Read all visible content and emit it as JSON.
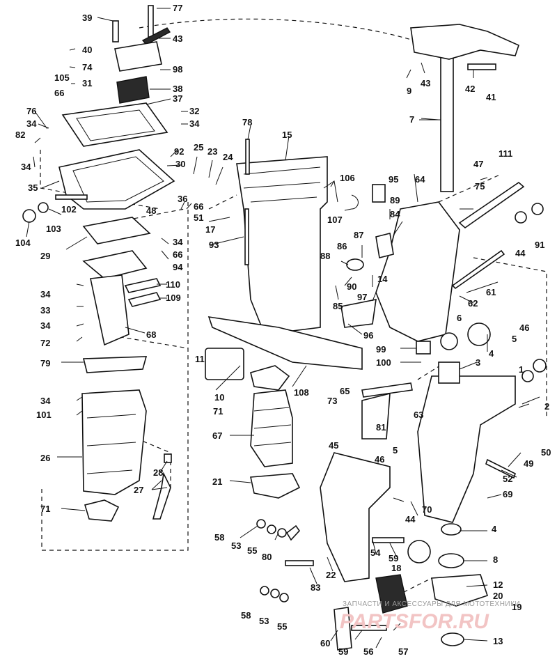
{
  "labels": {
    "l1": "1",
    "l2": "2",
    "l3": "3",
    "l4a": "4",
    "l4b": "4",
    "l5a": "5",
    "l5b": "5",
    "l6": "6",
    "l7": "7",
    "l8": "8",
    "l9": "9",
    "l10": "10",
    "l11": "11",
    "l12": "12",
    "l13": "13",
    "l14": "14",
    "l15": "15",
    "l17": "17",
    "l18": "18",
    "l19": "19",
    "l20": "20",
    "l21": "21",
    "l22": "22",
    "l23": "23",
    "l24": "24",
    "l25": "25",
    "l26": "26",
    "l27": "27",
    "l28": "28",
    "l29": "29",
    "l30": "30",
    "l31": "31",
    "l32": "32",
    "l33": "33",
    "l34a": "34",
    "l34b": "34",
    "l34c": "34",
    "l34d": "34",
    "l34e": "34",
    "l34f": "34",
    "l34g": "34",
    "l35": "35",
    "l36": "36",
    "l37": "37",
    "l38": "38",
    "l39": "39",
    "l40": "40",
    "l41": "41",
    "l42": "42",
    "l43a": "43",
    "l43b": "43",
    "l44a": "44",
    "l44b": "44",
    "l45": "45",
    "l46a": "46",
    "l46b": "46",
    "l47": "47",
    "l48": "48",
    "l49": "49",
    "l50": "50",
    "l51": "51",
    "l52": "52",
    "l53a": "53",
    "l53b": "53",
    "l54": "54",
    "l55a": "55",
    "l55b": "55",
    "l56": "56",
    "l57": "57",
    "l58a": "58",
    "l58b": "58",
    "l59a": "59",
    "l59b": "59",
    "l60": "60",
    "l61": "61",
    "l62": "62",
    "l63": "63",
    "l64": "64",
    "l65": "65",
    "l66a": "66",
    "l66b": "66",
    "l66c": "66",
    "l67": "67",
    "l68": "68",
    "l69": "69",
    "l70": "70",
    "l71a": "71",
    "l71b": "71",
    "l72": "72",
    "l73": "73",
    "l74": "74",
    "l75": "75",
    "l76": "76",
    "l77": "77",
    "l78": "78",
    "l79": "79",
    "l80": "80",
    "l81": "81",
    "l82": "82",
    "l83": "83",
    "l84": "84",
    "l85": "85",
    "l86": "86",
    "l87": "87",
    "l88": "88",
    "l89": "89",
    "l90": "90",
    "l91": "91",
    "l92": "92",
    "l93": "93",
    "l94": "94",
    "l95": "95",
    "l96": "96",
    "l97": "97",
    "l98": "98",
    "l99": "99",
    "l100": "100",
    "l101": "101",
    "l102": "102",
    "l103": "103",
    "l104": "104",
    "l105": "105",
    "l106": "106",
    "l107": "107",
    "l108": "108",
    "l109": "109",
    "l110": "110",
    "l111": "111"
  },
  "watermark": {
    "line1": "ЗАПЧАСТИ И АКСЕССУАРЫ ДЛЯ МОТОТЕХНИКИ",
    "line2": "PARTSFOR.RU"
  },
  "colors": {
    "ink": "#111111",
    "watermark_text": "#9a9a9a",
    "watermark_logo": "#f2c4c4"
  }
}
